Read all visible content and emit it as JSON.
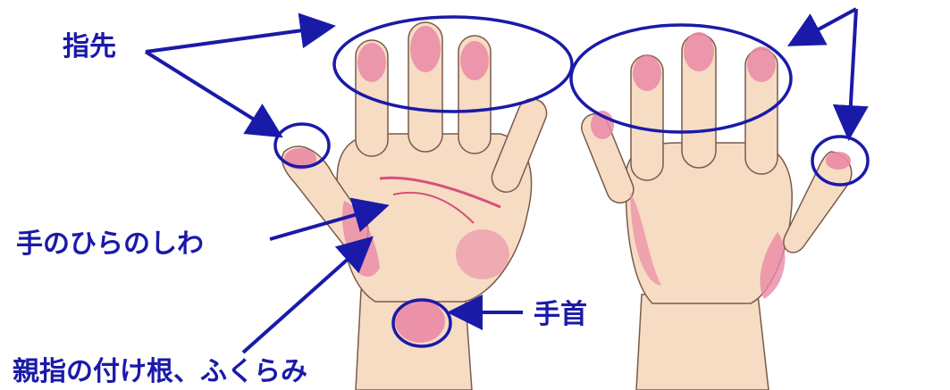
{
  "labels": {
    "fingertips": "指先",
    "palm_creases": "手のひらのしわ",
    "wrist": "手首",
    "thumb_base": "親指の付け根、ふくらみ"
  },
  "colors": {
    "annotation": "#1a1aa8",
    "skin": "#f7dcc4",
    "rash": "#e98aa6",
    "outline": "#7a5a4a"
  }
}
